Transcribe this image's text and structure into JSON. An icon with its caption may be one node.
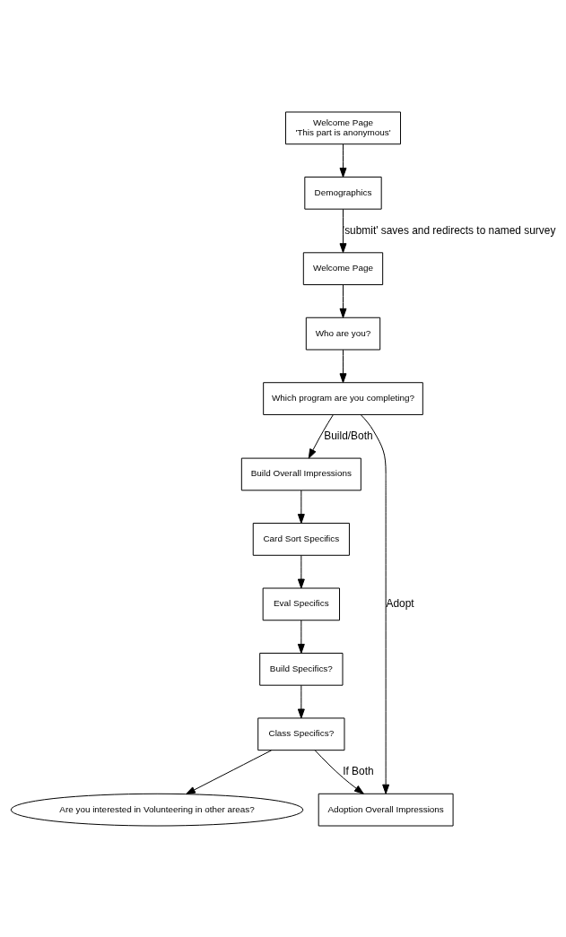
{
  "diagram": {
    "nodes": [
      {
        "text": [
          "Welcome Page",
          "'This part is anonymous'"
        ]
      },
      {
        "text": [
          "Demographics"
        ]
      },
      {
        "text": [
          "Welcome Page"
        ]
      },
      {
        "text": [
          "Who are you?"
        ]
      },
      {
        "text": [
          "Which program are you completing?"
        ]
      },
      {
        "text": [
          "Build Overall Impressions"
        ]
      },
      {
        "text": [
          "Card Sort Specifics"
        ]
      },
      {
        "text": [
          "Eval Specifics"
        ]
      },
      {
        "text": [
          "Build Specifics?"
        ]
      },
      {
        "text": [
          "Class Specifics?"
        ]
      },
      {
        "text": [
          "Are you interested in Volunteering in other areas?"
        ]
      },
      {
        "text": [
          "Adoption Overall Impressions"
        ]
      }
    ],
    "edges": [
      {
        "from": 0,
        "to": 1,
        "arrow": "to"
      },
      {
        "from": 1,
        "to": 2,
        "arrow": "to",
        "label": "'submit' saves and redirects to named survey"
      },
      {
        "from": 2,
        "to": 3,
        "arrow": "to"
      },
      {
        "from": 3,
        "to": 4,
        "arrow": "to"
      },
      {
        "from": 4,
        "to": 5,
        "arrow": "to",
        "label": "Build/Both"
      },
      {
        "from": 4,
        "to": 11,
        "arrow": "to",
        "label": "Adopt"
      },
      {
        "from": 5,
        "to": 6,
        "arrow": "to"
      },
      {
        "from": 6,
        "to": 7,
        "arrow": "to"
      },
      {
        "from": 7,
        "to": 8,
        "arrow": "to"
      },
      {
        "from": 8,
        "to": 9,
        "arrow": "to"
      },
      {
        "from": 9,
        "to": 10,
        "arrow": "to"
      },
      {
        "from": 9,
        "to": 11,
        "arrow": "to",
        "label": "If Both"
      }
    ]
  }
}
